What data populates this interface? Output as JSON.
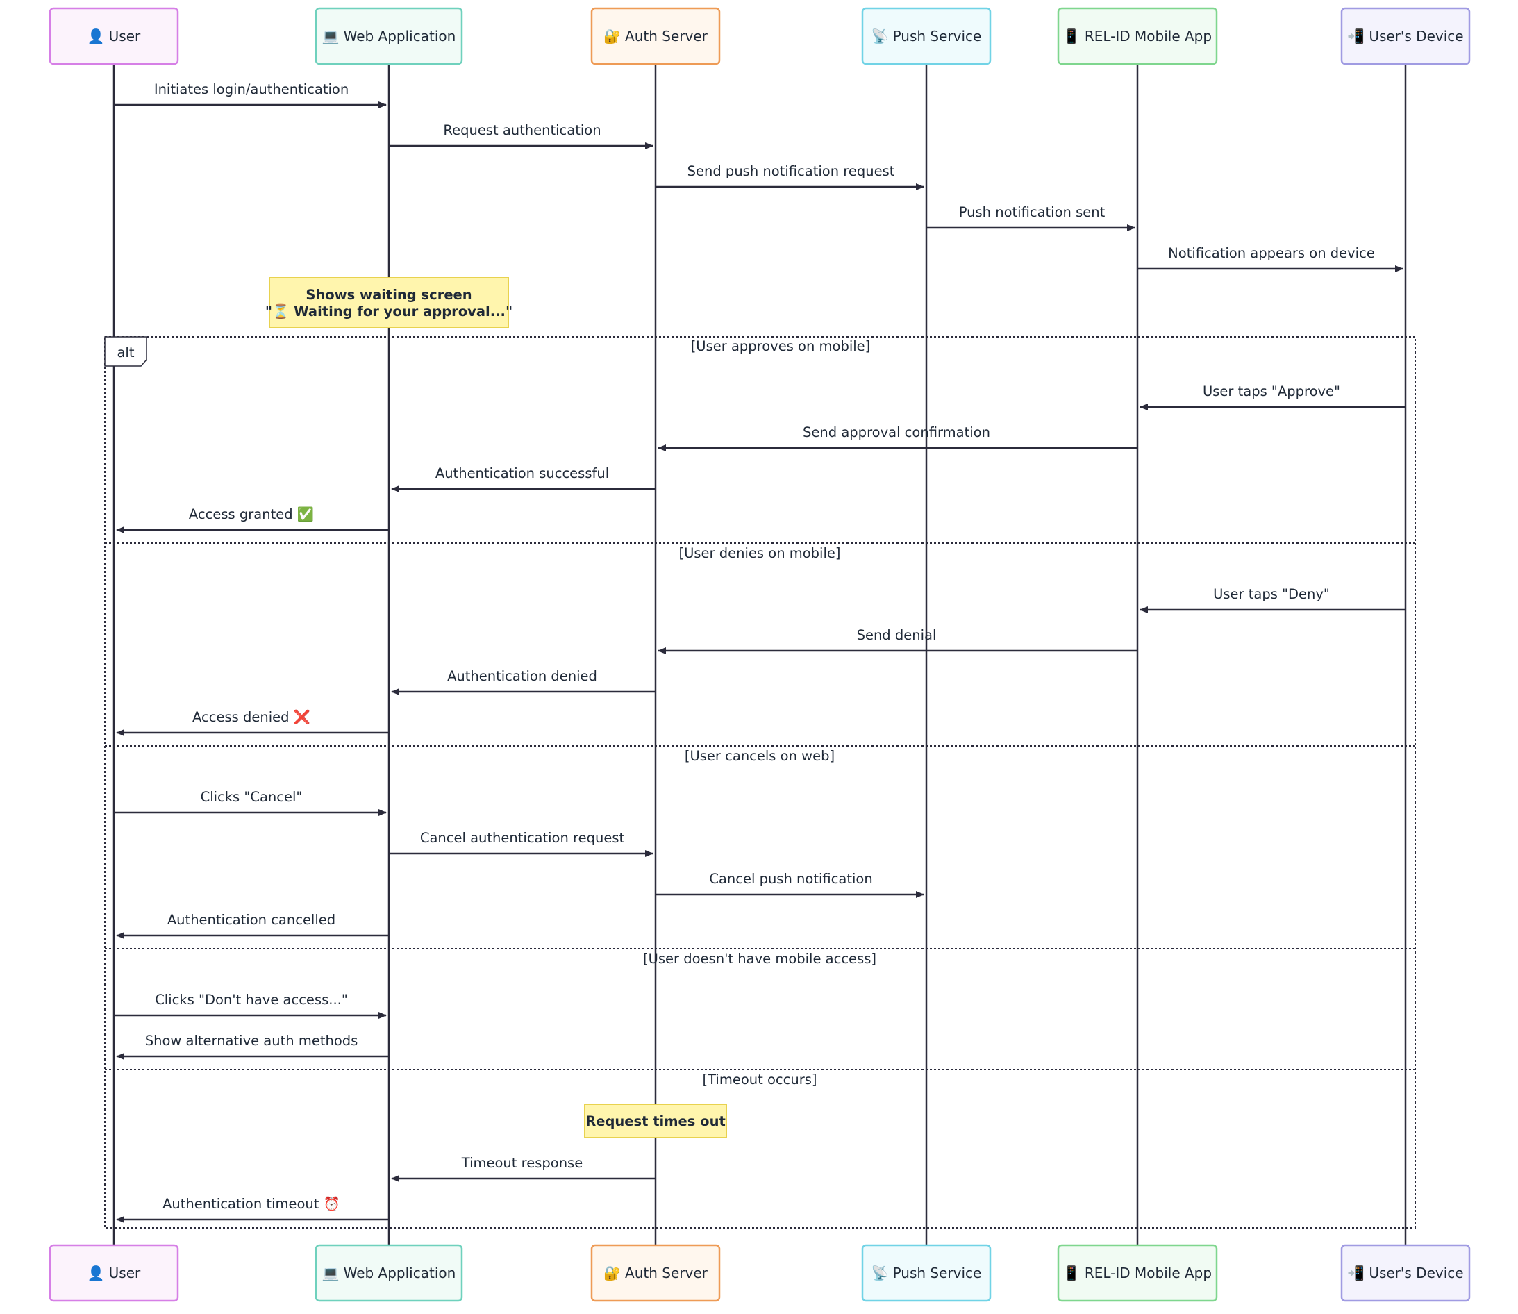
{
  "participants": [
    {
      "id": "user",
      "icon": "👤",
      "label": "User",
      "fill": "#fcf3fc",
      "stroke": "#d67fe6"
    },
    {
      "id": "web",
      "icon": "💻",
      "label": "Web Application",
      "fill": "#f1fbf7",
      "stroke": "#6fd1bd"
    },
    {
      "id": "auth",
      "icon": "🔐",
      "label": "Auth Server",
      "fill": "#fff7ee",
      "stroke": "#ee9b56"
    },
    {
      "id": "push",
      "icon": "📡",
      "label": "Push Service",
      "fill": "#effbfd",
      "stroke": "#71d3e6"
    },
    {
      "id": "mobile",
      "icon": "📱",
      "label": "REL-ID Mobile App",
      "fill": "#f1fbf3",
      "stroke": "#7fd68e"
    },
    {
      "id": "device",
      "icon": "📲",
      "label": "User's Device",
      "fill": "#f4f3fd",
      "stroke": "#a09be2"
    }
  ],
  "messages": [
    {
      "from": "user",
      "to": "web",
      "text": "Initiates login/authentication"
    },
    {
      "from": "web",
      "to": "auth",
      "text": "Request authentication"
    },
    {
      "from": "auth",
      "to": "push",
      "text": "Send push notification request"
    },
    {
      "from": "push",
      "to": "mobile",
      "text": "Push notification sent"
    },
    {
      "from": "mobile",
      "to": "device",
      "text": "Notification appears on device"
    },
    {
      "from": "device",
      "to": "mobile",
      "text": "User taps \"Approve\""
    },
    {
      "from": "mobile",
      "to": "auth",
      "text": "Send approval confirmation"
    },
    {
      "from": "auth",
      "to": "web",
      "text": "Authentication successful"
    },
    {
      "from": "web",
      "to": "user",
      "text": "Access granted ✅"
    },
    {
      "from": "device",
      "to": "mobile",
      "text": "User taps \"Deny\""
    },
    {
      "from": "mobile",
      "to": "auth",
      "text": "Send denial"
    },
    {
      "from": "auth",
      "to": "web",
      "text": "Authentication denied"
    },
    {
      "from": "web",
      "to": "user",
      "text": "Access denied ❌"
    },
    {
      "from": "user",
      "to": "web",
      "text": "Clicks \"Cancel\""
    },
    {
      "from": "web",
      "to": "auth",
      "text": "Cancel authentication request"
    },
    {
      "from": "auth",
      "to": "push",
      "text": "Cancel push notification"
    },
    {
      "from": "web",
      "to": "user",
      "text": "Authentication cancelled"
    },
    {
      "from": "user",
      "to": "web",
      "text": "Clicks \"Don't have access...\""
    },
    {
      "from": "web",
      "to": "user",
      "text": "Show alternative auth methods"
    },
    {
      "from": "auth",
      "to": "web",
      "text": "Timeout response"
    },
    {
      "from": "web",
      "to": "user",
      "text": "Authentication timeout ⏰"
    }
  ],
  "notes": [
    {
      "over": "web",
      "lines": [
        "Shows waiting screen",
        "\"⏳ Waiting for your approval...\""
      ]
    },
    {
      "over": "auth",
      "lines": [
        "Request times out"
      ]
    }
  ],
  "alt": {
    "label": "alt",
    "sections": [
      "[User approves on mobile]",
      "[User denies on mobile]",
      "[User cancels on web]",
      "[User doesn't have mobile access]",
      "[Timeout occurs]"
    ]
  },
  "colors": {
    "line": "#2b2b3b",
    "note_fill": "#fff5ad",
    "note_stroke": "#e8d24f"
  }
}
